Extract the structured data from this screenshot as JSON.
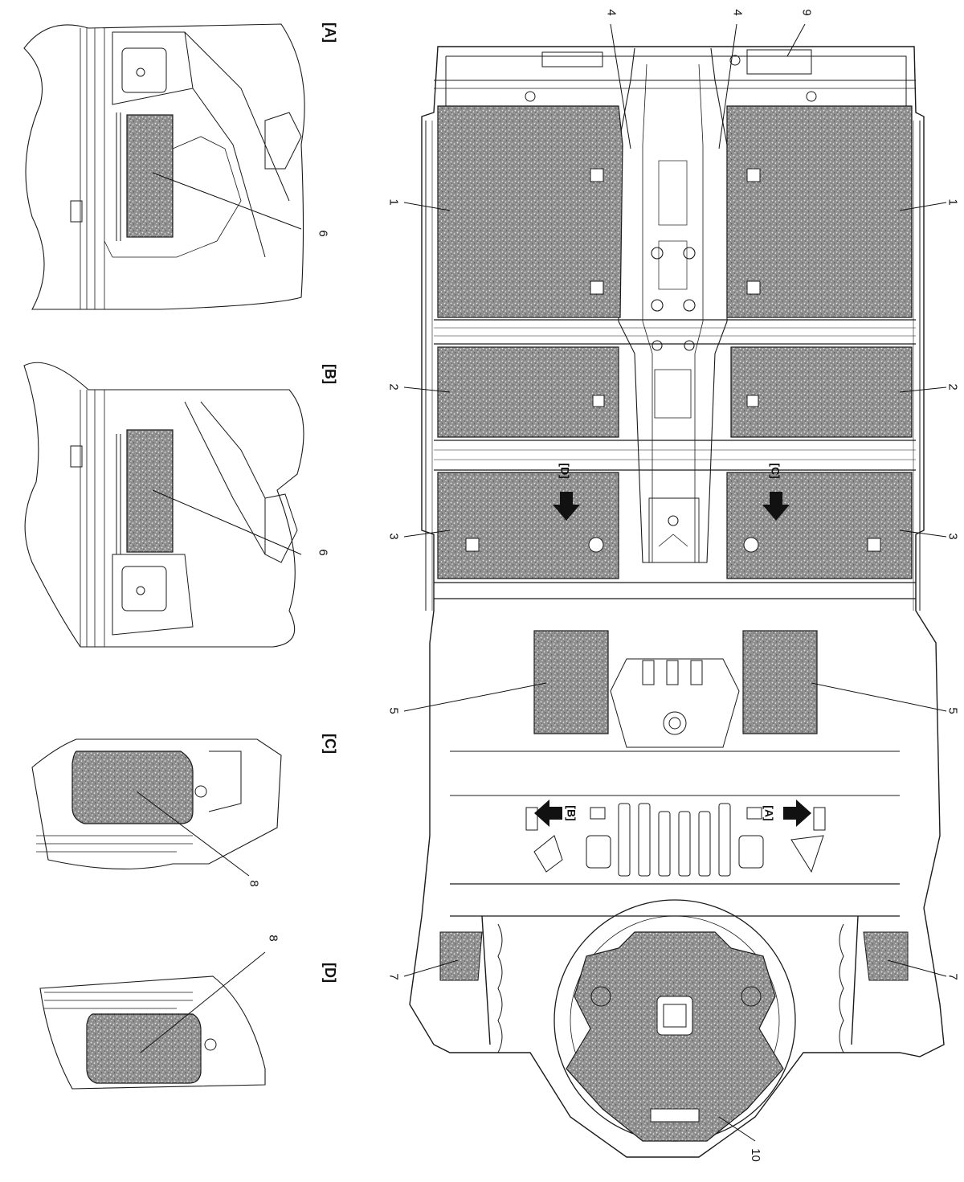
{
  "callouts": {
    "n1": "1",
    "n2": "2",
    "n3": "3",
    "n4": "4",
    "n5": "5",
    "n6": "6",
    "n7": "7",
    "n8": "8",
    "n9": "9",
    "n10": "10"
  },
  "views": {
    "a": "[A]",
    "b": "[B]",
    "c": "[C]",
    "d": "[D]"
  },
  "colors": {
    "line": "#1a1a1a",
    "pad": "#9a9a9a",
    "background": "#ffffff"
  }
}
